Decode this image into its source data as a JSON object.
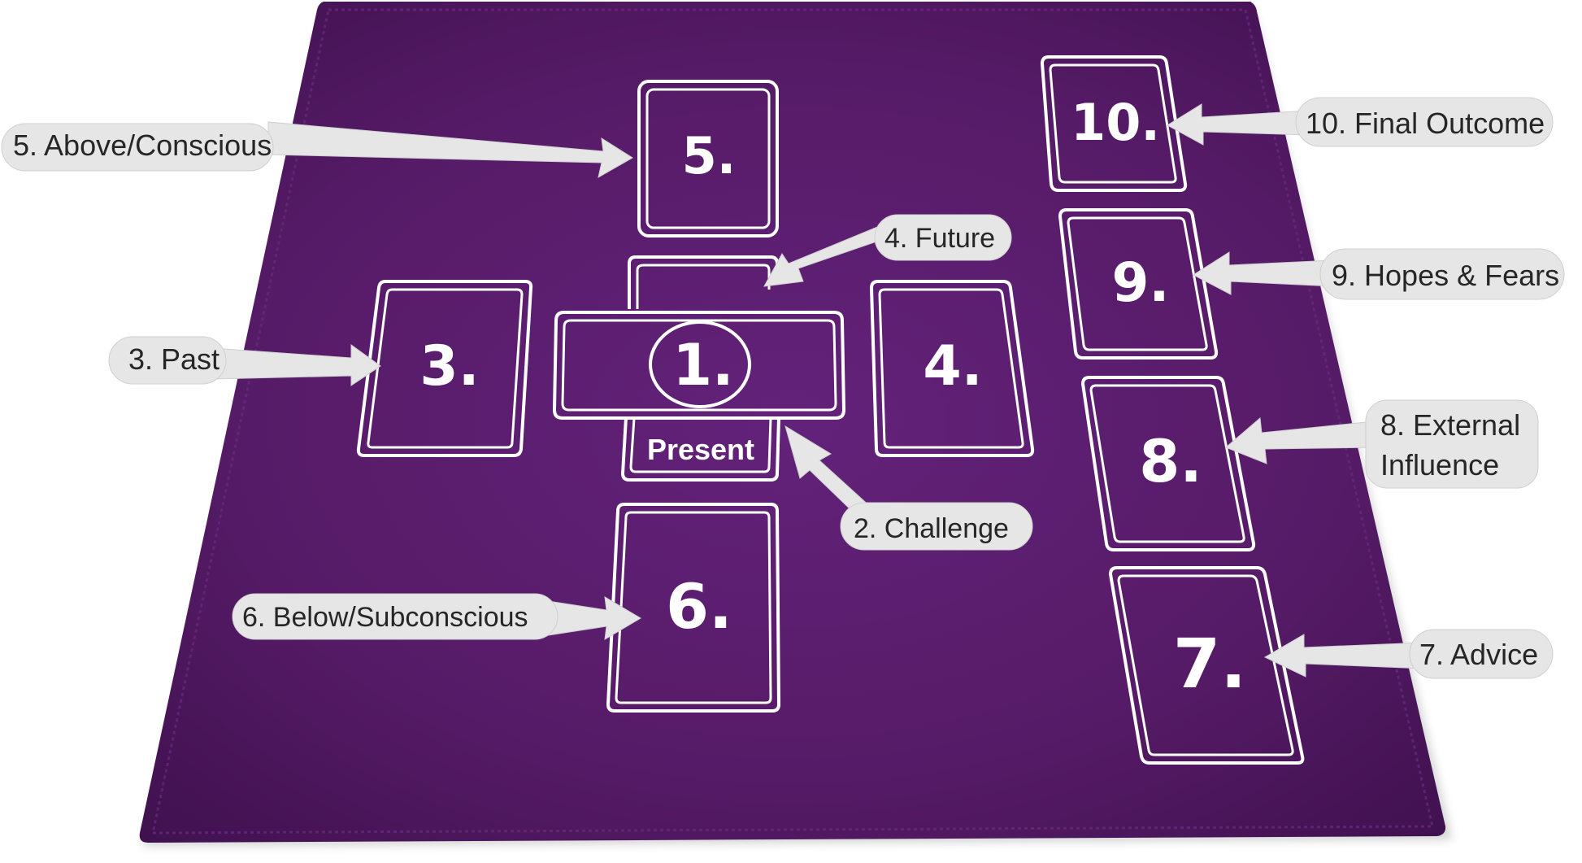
{
  "diagram": {
    "colors": {
      "cloth": "#5a1d6b",
      "cloth_dark": "#3f1250",
      "card_outline": "#ffffff",
      "callout_bg": "#ebebeb",
      "callout_text": "#262626",
      "arrow": "#e3e3e3"
    },
    "cards": {
      "c1": "1.",
      "c3": "3.",
      "c4": "4.",
      "c5": "5.",
      "c6": "6.",
      "c7": "7.",
      "c8": "8.",
      "c9": "9.",
      "c10": "10."
    },
    "present_label": "Present",
    "callouts": {
      "above": "5. Above/Conscious",
      "past": "3. Past",
      "below": "6. Below/Subconscious",
      "future": "4. Future",
      "challenge": "2. Challenge",
      "final_outcome": "10. Final Outcome",
      "hopes_fears": "9. Hopes & Fears",
      "external_line1": "8. External",
      "external_line2": "Influence",
      "advice": "7. Advice"
    }
  }
}
